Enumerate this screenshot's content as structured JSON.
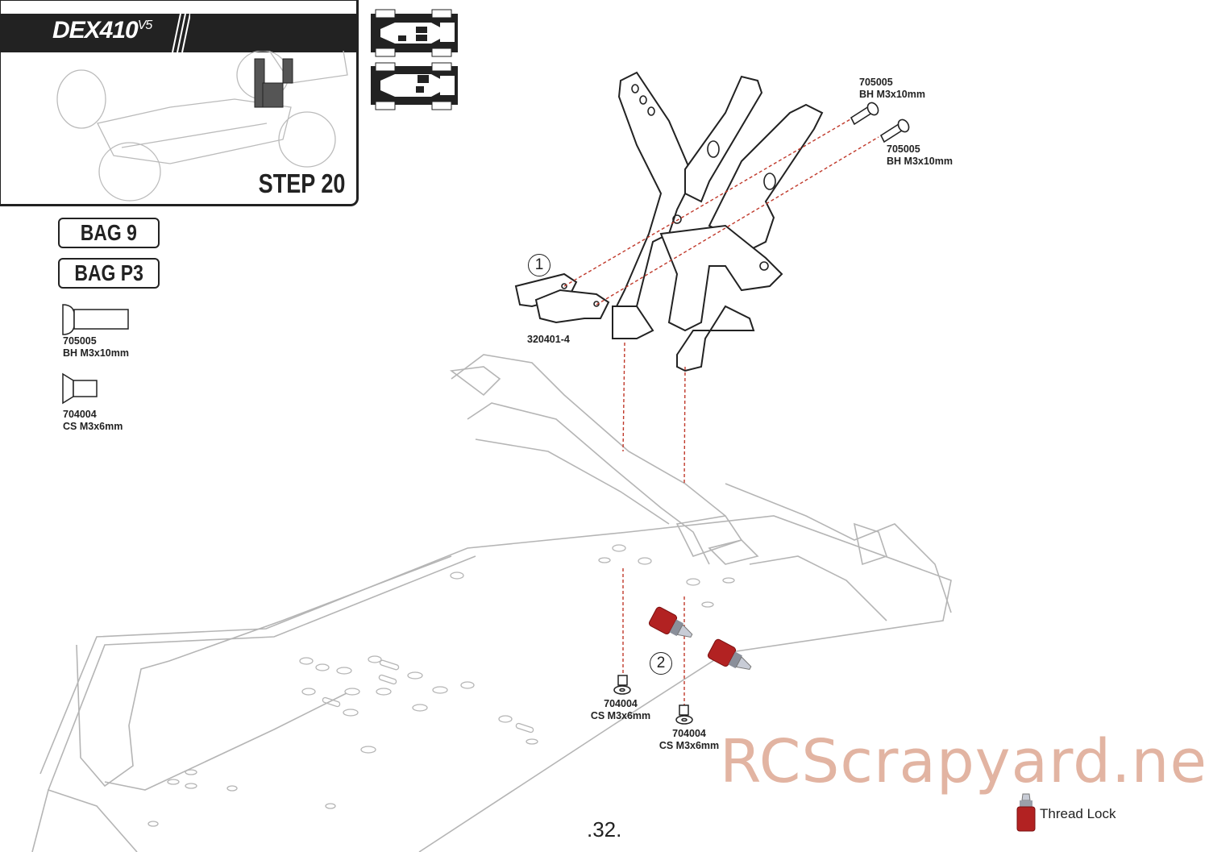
{
  "header": {
    "logo_text": "DEX410",
    "logo_version": "V5",
    "step_label": "STEP 20"
  },
  "bags": [
    {
      "label": "BAG 9"
    },
    {
      "label": "BAG P3"
    }
  ],
  "parts_legend": [
    {
      "part_no": "705005",
      "desc": "BH M3x10mm",
      "icon": "button-head-screw-icon"
    },
    {
      "part_no": "704004",
      "desc": "CS M3x6mm",
      "icon": "countersunk-screw-icon"
    }
  ],
  "callouts": {
    "top_screw_1": {
      "part_no": "705005",
      "desc": "BH M3x10mm"
    },
    "top_screw_2": {
      "part_no": "705005",
      "desc": "BH M3x10mm"
    },
    "shock_mount": {
      "part_no": "320401-4"
    },
    "bottom_screw_1": {
      "part_no": "704004",
      "desc": "CS M3x6mm"
    },
    "bottom_screw_2": {
      "part_no": "704004",
      "desc": "CS M3x6mm"
    },
    "step_markers": [
      "1",
      "2"
    ]
  },
  "thread_lock_legend": {
    "label": "Thread Lock"
  },
  "watermark": "RCScrapyard.net",
  "page_number": ".32.",
  "colors": {
    "ink": "#222222",
    "guide_line": "#c0392b",
    "thread_lock_red": "#b22222",
    "watermark": "#e2b4a2"
  }
}
